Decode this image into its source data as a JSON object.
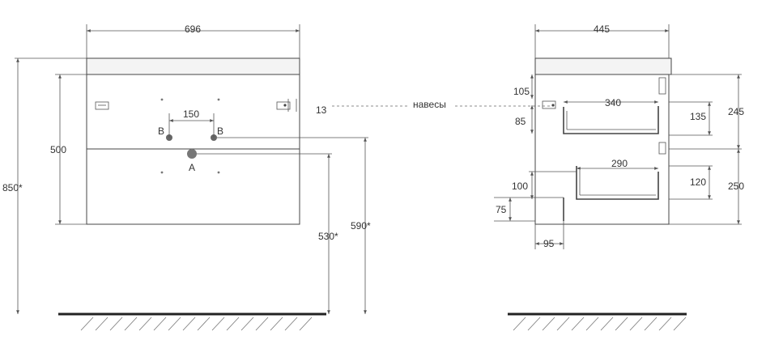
{
  "front": {
    "width": "696",
    "height_total": "850*",
    "height_cabinet": "500",
    "hole_spacing": "150",
    "hole_b_left": "B",
    "hole_b_right": "B",
    "drain_label": "A",
    "hinge_offset": "13",
    "height_530": "530*",
    "height_590": "590*"
  },
  "hinges_label": "навесы",
  "side": {
    "depth": "445",
    "d105": "105",
    "d340": "340",
    "d135": "135",
    "d245": "245",
    "d85": "85",
    "d290": "290",
    "d120": "120",
    "d100": "100",
    "d250": "250",
    "d75": "75",
    "d95": "95"
  }
}
